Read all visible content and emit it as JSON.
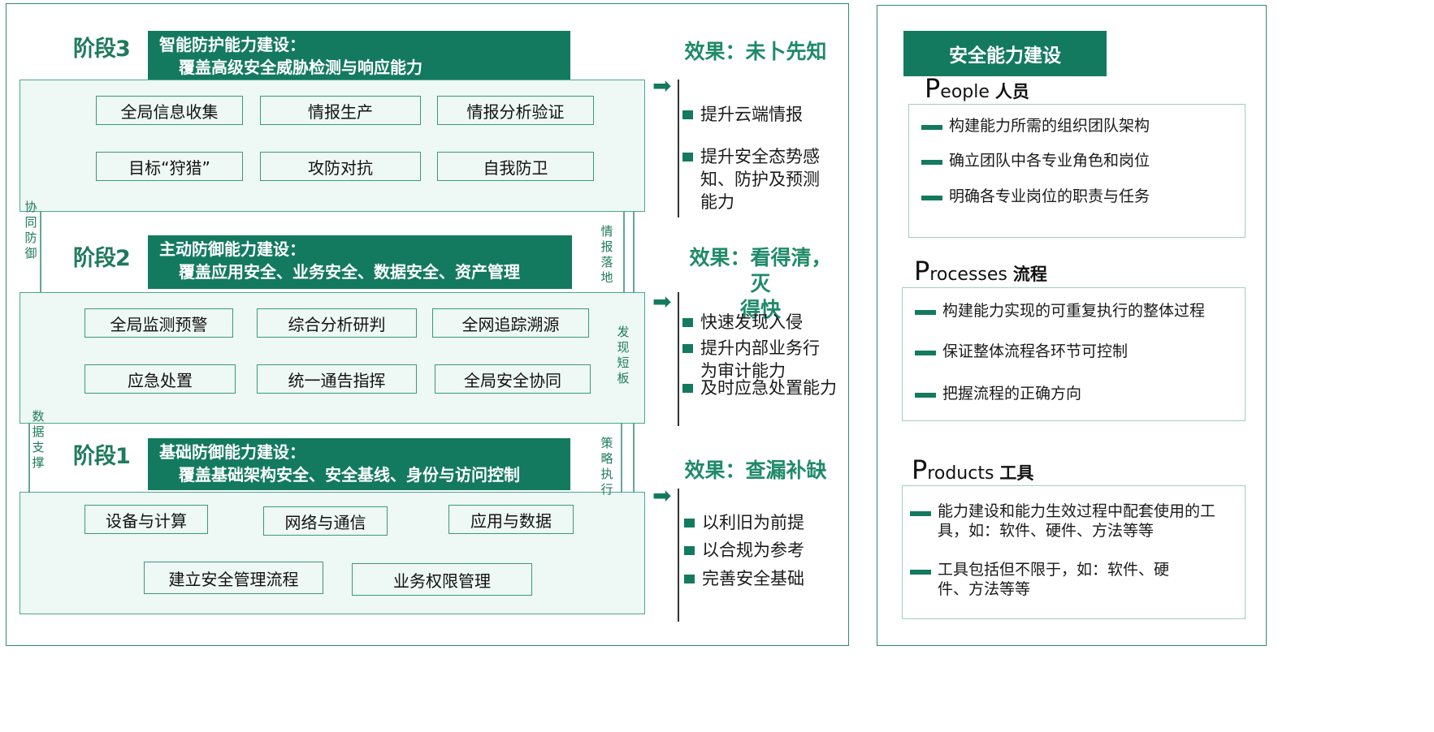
{
  "stages": [
    {
      "label": "阶段3",
      "banner_line1": "智能防护能力建设：",
      "banner_line2": "覆盖高级安全威胁检测与响应能力",
      "caps": [
        "全局信息收集",
        "情报生产",
        "情报分析验证",
        "目标“狩猎”",
        "攻防对抗",
        "自我防卫"
      ],
      "effect_title": "效果：未卜先知",
      "effect_items": [
        "提升云端情报",
        "提升安全态势感知、防护及预测能力"
      ]
    },
    {
      "label": "阶段2",
      "banner_line1": "主动防御能力建设：",
      "banner_line2": "覆盖应用安全、业务安全、数据安全、资产管理",
      "caps": [
        "全局监测预警",
        "综合分析研判",
        "全网追踪溯源",
        "应急处置",
        "统一通告指挥",
        "全局安全协同"
      ],
      "effect_title_l1": "效果：看得清，灭",
      "effect_title_l2": "得快",
      "effect_items": [
        "快速发现入侵",
        "提升内部业务行为审计能力",
        "及时应急处置能力"
      ]
    },
    {
      "label": "阶段1",
      "banner_line1": "基础防御能力建设：",
      "banner_line2": "覆盖基础架构安全、安全基线、身份与访问控制",
      "caps": [
        "设备与计算",
        "网络与通信",
        "应用与数据",
        "建立安全管理流程",
        "业务权限管理"
      ],
      "effect_title": "效果：查漏补缺",
      "effect_items": [
        "以利旧为前提",
        "以合规为参考",
        "完善安全基础"
      ]
    }
  ],
  "side_labels": {
    "left_top": "协同防御",
    "left_bottom": "数据支撑",
    "right_top": "情报落地",
    "right_mid": "发现短板",
    "right_bottom": "策略执行"
  },
  "right_panel": {
    "title": "安全能力建设",
    "sections": [
      {
        "big": "P",
        "rest": "eople",
        "cn": "人员",
        "items": [
          "构建能力所需的组织团队架构",
          "确立团队中各专业角色和岗位",
          "明确各专业岗位的职责与任务"
        ]
      },
      {
        "big": "P",
        "rest": "rocesses",
        "cn": "流程",
        "items": [
          "构建能力实现的可重复执行的整体过程",
          "保证整体流程各环节可控制",
          "把握流程的正确方向"
        ]
      },
      {
        "big": "P",
        "rest": "roducts",
        "cn": "工具",
        "items": [
          "能力建设和能力生效过程中配套使用的工具，如：软件、硬件、方法等等",
          "工具包括但不限于，如：软件、硬件、方法等等"
        ]
      }
    ]
  },
  "colors": {
    "accent": "#137a5f",
    "panel_bg": "#eef8f5",
    "border": "#2e8b6f"
  }
}
